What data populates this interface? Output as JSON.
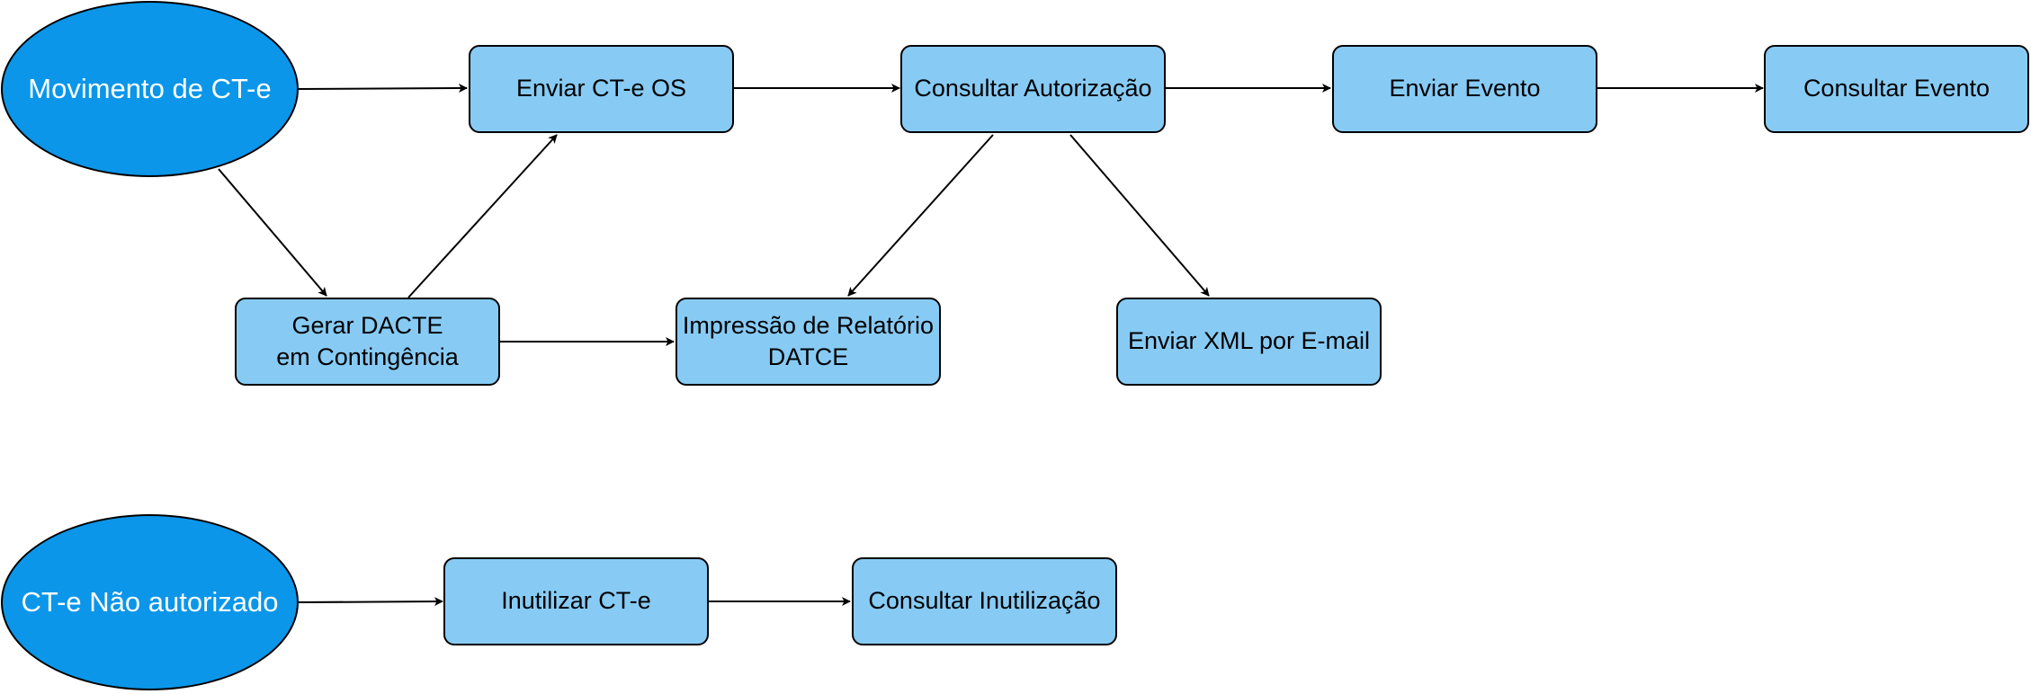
{
  "colors": {
    "start_node_fill": "#0b96e9",
    "step_node_fill": "#87cbf5",
    "outline": "#000000",
    "start_node_text": "#ffffff",
    "step_node_text": "#000000"
  },
  "nodes": {
    "movimento": {
      "label": "Movimento de CT-e"
    },
    "enviar_cte_os": {
      "label": "Enviar CT-e OS"
    },
    "consultar_autorizacao": {
      "label": "Consultar Autorização"
    },
    "enviar_evento": {
      "label": "Enviar Evento"
    },
    "consultar_evento": {
      "label": "Consultar Evento"
    },
    "gerar_dacte": {
      "label": "Gerar DACTE em Contingência"
    },
    "impressao_relatorio": {
      "label": "Impressão de Relatório DATCE"
    },
    "enviar_xml": {
      "label": "Enviar XML por E-mail"
    },
    "cte_nao_autorizado": {
      "label": "CT-e Não autorizado"
    },
    "inutilizar_cte": {
      "label": "Inutilizar CT-e"
    },
    "consultar_inutilizacao": {
      "label": "Consultar Inutilização"
    }
  },
  "edges": [
    {
      "from": "movimento",
      "to": "enviar_cte_os"
    },
    {
      "from": "enviar_cte_os",
      "to": "consultar_autorizacao"
    },
    {
      "from": "consultar_autorizacao",
      "to": "enviar_evento"
    },
    {
      "from": "enviar_evento",
      "to": "consultar_evento"
    },
    {
      "from": "movimento",
      "to": "gerar_dacte"
    },
    {
      "from": "gerar_dacte",
      "to": "enviar_cte_os"
    },
    {
      "from": "gerar_dacte",
      "to": "impressao_relatorio"
    },
    {
      "from": "consultar_autorizacao",
      "to": "impressao_relatorio"
    },
    {
      "from": "consultar_autorizacao",
      "to": "enviar_xml"
    },
    {
      "from": "cte_nao_autorizado",
      "to": "inutilizar_cte"
    },
    {
      "from": "inutilizar_cte",
      "to": "consultar_inutilizacao"
    }
  ]
}
